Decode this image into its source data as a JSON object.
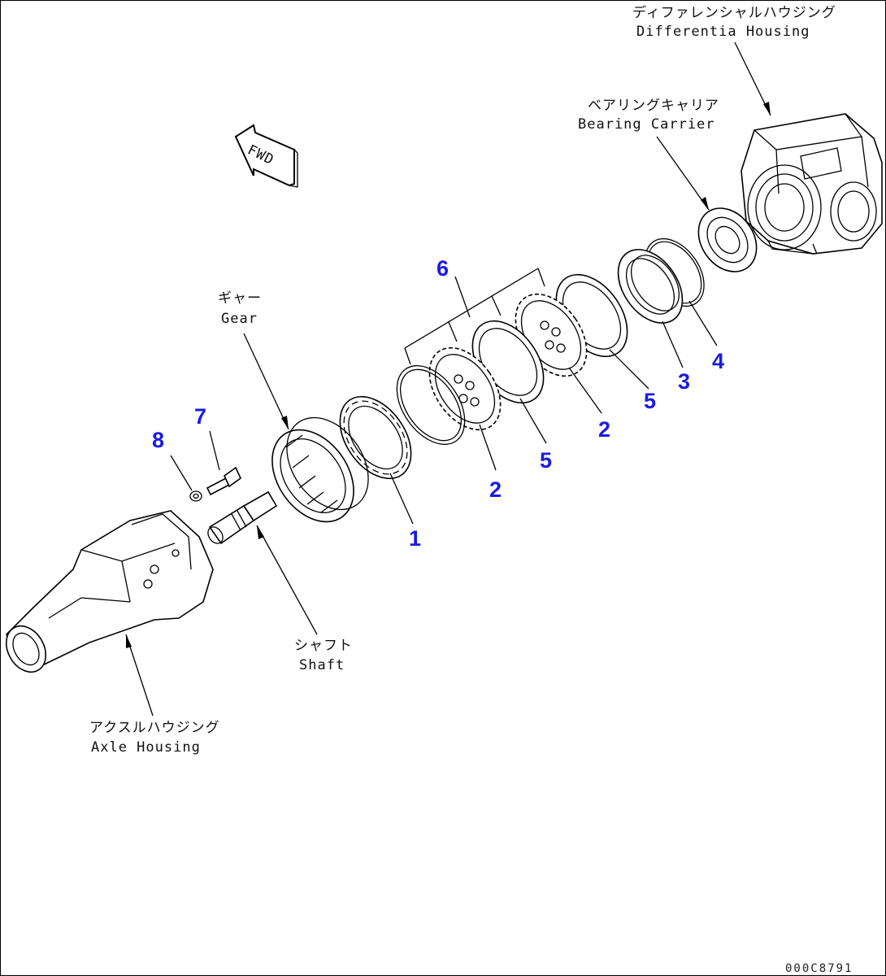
{
  "labels": {
    "diff_housing_jp": "ディファレンシャルハウジング",
    "diff_housing_en": "Differentia  Housing",
    "bearing_carrier_jp": "ベアリングキャリア",
    "bearing_carrier_en": "Bearing Carrier",
    "gear_jp": "ギャー",
    "gear_en": "Gear",
    "shaft_jp": "シャフト",
    "shaft_en": "Shaft",
    "axle_housing_jp": "アクスルハウジング",
    "axle_housing_en": "Axle Housing",
    "fwd": "FWD"
  },
  "part_numbers": {
    "p1": "1",
    "p2a": "2",
    "p2b": "2",
    "p3": "3",
    "p4": "4",
    "p5a": "5",
    "p5b": "5",
    "p6": "6",
    "p7": "7",
    "p8": "8"
  },
  "drawing_code": "000C8791",
  "colors": {
    "part_number": "#1a1ae6",
    "line": "#000000",
    "background": "#ffffff"
  }
}
